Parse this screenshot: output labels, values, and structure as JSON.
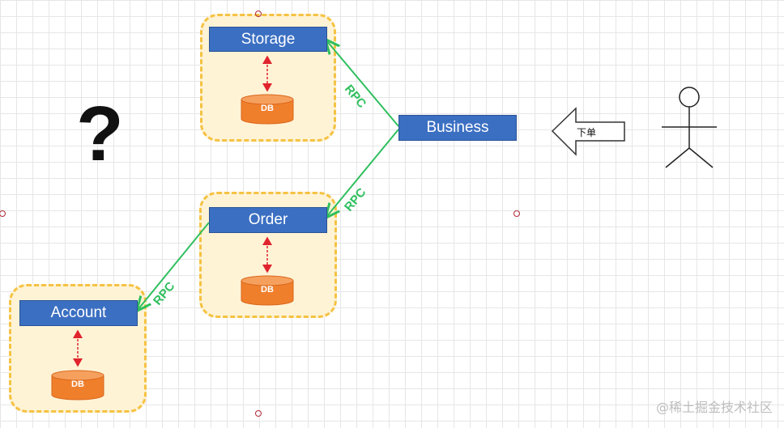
{
  "diagram": {
    "services": [
      {
        "id": "storage",
        "label": "Storage",
        "db_label": "DB"
      },
      {
        "id": "order",
        "label": "Order",
        "db_label": "DB"
      },
      {
        "id": "account",
        "label": "Account",
        "db_label": "DB"
      }
    ],
    "business": {
      "label": "Business"
    },
    "rpc_labels": [
      "RPC",
      "RPC",
      "RPC"
    ],
    "question_mark": "?",
    "user_action_label": "下单",
    "watermark": "@稀土掘金技术社区",
    "colors": {
      "service_fill": "#3b6fc2",
      "group_fill": "#fff3d6",
      "group_border": "#f5c242",
      "db_fill": "#f07f2c",
      "rpc_line": "#2fbf5e",
      "db_link": "#e0242d"
    }
  }
}
